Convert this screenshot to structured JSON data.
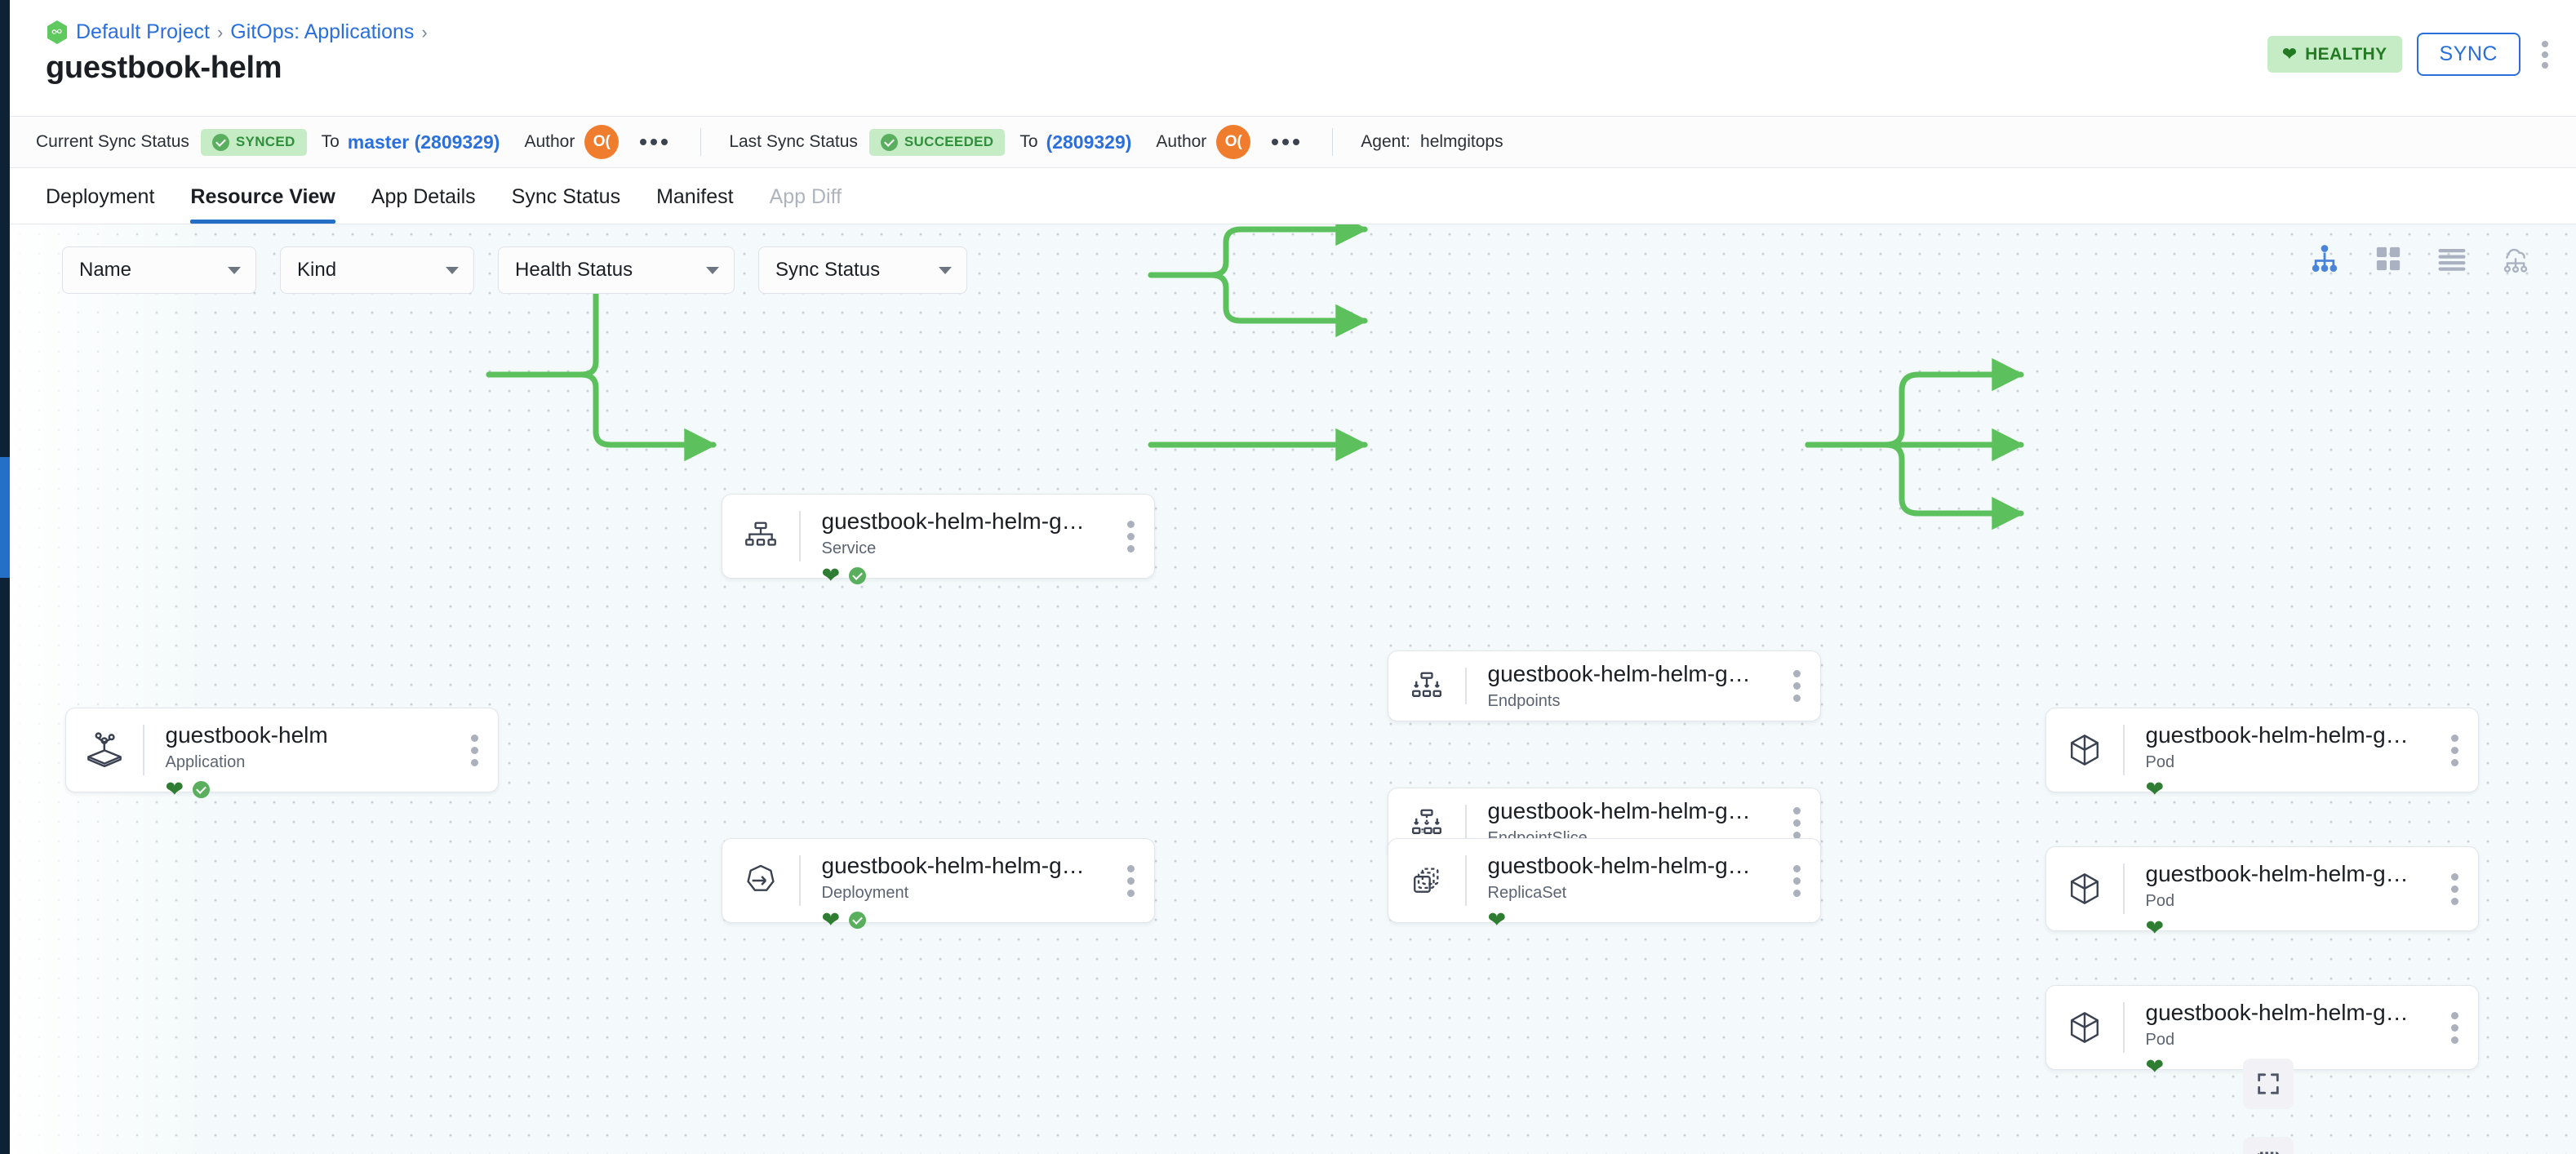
{
  "left_rail": {
    "active_item": "applications-rail-item"
  },
  "header": {
    "breadcrumb": [
      {
        "label": "Default Project",
        "icon": "gitops-hexagon-icon"
      },
      {
        "label": "GitOps: Applications"
      }
    ],
    "separator": "›",
    "title": "guestbook-helm",
    "health_badge": {
      "label": "HEALTHY",
      "icon": "heart-icon",
      "color": "#237a23",
      "bg": "#c6ecc6"
    },
    "sync_button": {
      "label": "SYNC",
      "color": "#2a6fdb"
    },
    "more_menu": "kebab-menu"
  },
  "status_bar": {
    "current": {
      "label": "Current Sync Status",
      "chip": "SYNCED",
      "to_label": "To",
      "revision": "master (2809329)",
      "author_label": "Author",
      "author_initials": "O(",
      "author_color": "#f07d2e"
    },
    "last": {
      "label": "Last Sync Status",
      "chip": "SUCCEEDED",
      "to_label": "To",
      "revision": "(2809329)",
      "author_label": "Author",
      "author_initials": "O(",
      "author_color": "#f07d2e"
    },
    "agent_label": "Agent:",
    "agent_value": "helmgitops"
  },
  "tabs": [
    {
      "label": "Deployment",
      "active": false,
      "disabled": false
    },
    {
      "label": "Resource View",
      "active": true,
      "disabled": false
    },
    {
      "label": "App Details",
      "active": false,
      "disabled": false
    },
    {
      "label": "Sync Status",
      "active": false,
      "disabled": false
    },
    {
      "label": "Manifest",
      "active": false,
      "disabled": false
    },
    {
      "label": "App Diff",
      "active": false,
      "disabled": true
    }
  ],
  "filters": [
    {
      "label": "Name"
    },
    {
      "label": "Kind"
    },
    {
      "label": "Health Status"
    },
    {
      "label": "Sync Status"
    }
  ],
  "view_modes": [
    {
      "name": "tree-view-icon",
      "active": true
    },
    {
      "name": "grid-view-icon",
      "active": false
    },
    {
      "name": "list-view-icon",
      "active": false
    },
    {
      "name": "network-view-icon",
      "active": false
    }
  ],
  "canvas_controls": [
    {
      "name": "fullscreen-icon"
    },
    {
      "name": "selection-box-icon"
    }
  ],
  "graph": {
    "edge_color": "#5cc15c",
    "nodes": [
      {
        "id": "app",
        "name": "guestbook-helm",
        "kind": "Application",
        "icon": "application-icon",
        "health": true,
        "synced": true
      },
      {
        "id": "service",
        "name": "guestbook-helm-helm-g…",
        "kind": "Service",
        "icon": "service-icon",
        "health": true,
        "synced": true
      },
      {
        "id": "endpoints",
        "name": "guestbook-helm-helm-g…",
        "kind": "Endpoints",
        "icon": "endpoints-icon",
        "health": false,
        "synced": false
      },
      {
        "id": "endpointslice",
        "name": "guestbook-helm-helm-g…",
        "kind": "EndpointSlice",
        "icon": "endpointslice-icon",
        "health": false,
        "synced": false
      },
      {
        "id": "deployment",
        "name": "guestbook-helm-helm-g…",
        "kind": "Deployment",
        "icon": "deployment-icon",
        "health": true,
        "synced": true
      },
      {
        "id": "replicaset",
        "name": "guestbook-helm-helm-g…",
        "kind": "ReplicaSet",
        "icon": "replicaset-icon",
        "health": true,
        "synced": false
      },
      {
        "id": "pod1",
        "name": "guestbook-helm-helm-g…",
        "kind": "Pod",
        "icon": "pod-icon",
        "health": true,
        "synced": false
      },
      {
        "id": "pod2",
        "name": "guestbook-helm-helm-g…",
        "kind": "Pod",
        "icon": "pod-icon",
        "health": true,
        "synced": false
      },
      {
        "id": "pod3",
        "name": "guestbook-helm-helm-g…",
        "kind": "Pod",
        "icon": "pod-icon",
        "health": true,
        "synced": false
      }
    ],
    "edges": [
      {
        "from": "app",
        "to": "service"
      },
      {
        "from": "app",
        "to": "deployment"
      },
      {
        "from": "service",
        "to": "endpoints"
      },
      {
        "from": "service",
        "to": "endpointslice"
      },
      {
        "from": "deployment",
        "to": "replicaset"
      },
      {
        "from": "replicaset",
        "to": "pod1"
      },
      {
        "from": "replicaset",
        "to": "pod2"
      },
      {
        "from": "replicaset",
        "to": "pod3"
      }
    ]
  }
}
